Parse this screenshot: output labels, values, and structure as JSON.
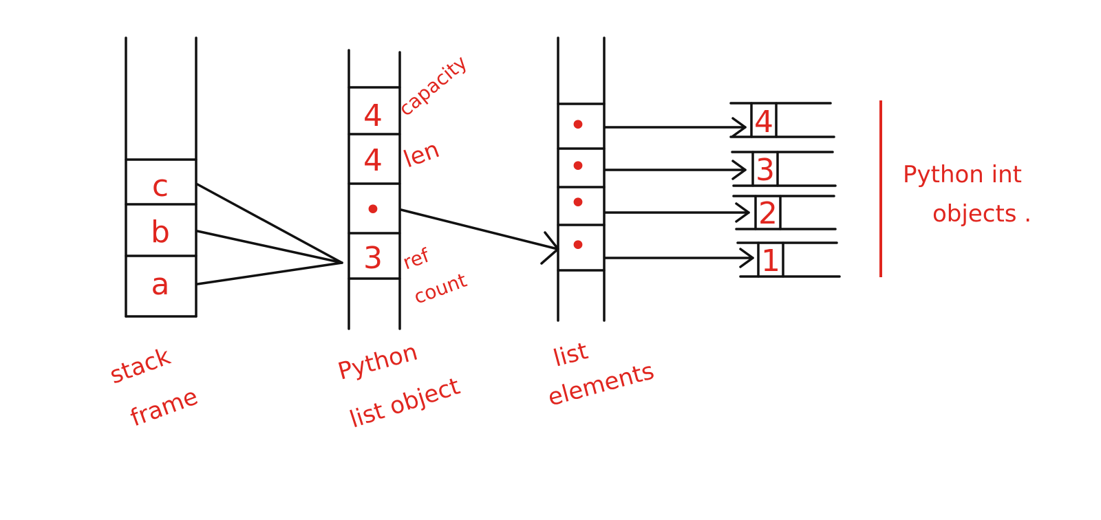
{
  "stack_frame": {
    "cells": [
      "c",
      "b",
      "a"
    ],
    "label_line1": "stack",
    "label_line2": "frame"
  },
  "list_object": {
    "values": [
      "4",
      "4",
      "•",
      "3"
    ],
    "annotations": {
      "capacity": "capacity",
      "len": "len",
      "ref_line1": "ref",
      "ref_line2": "count"
    },
    "label_line1": "Python",
    "label_line2": "list object"
  },
  "list_elements": {
    "cells": [
      "•",
      "•",
      "•",
      "•"
    ],
    "label_line1": "list",
    "label_line2": "elements"
  },
  "int_objects": {
    "values": [
      "4",
      "3",
      "2",
      "1"
    ],
    "label_line1": "Python int",
    "label_line2": "objects ."
  },
  "colors": {
    "ink": "#111111",
    "handwriting": "#e0261f",
    "background": "#ffffff"
  }
}
